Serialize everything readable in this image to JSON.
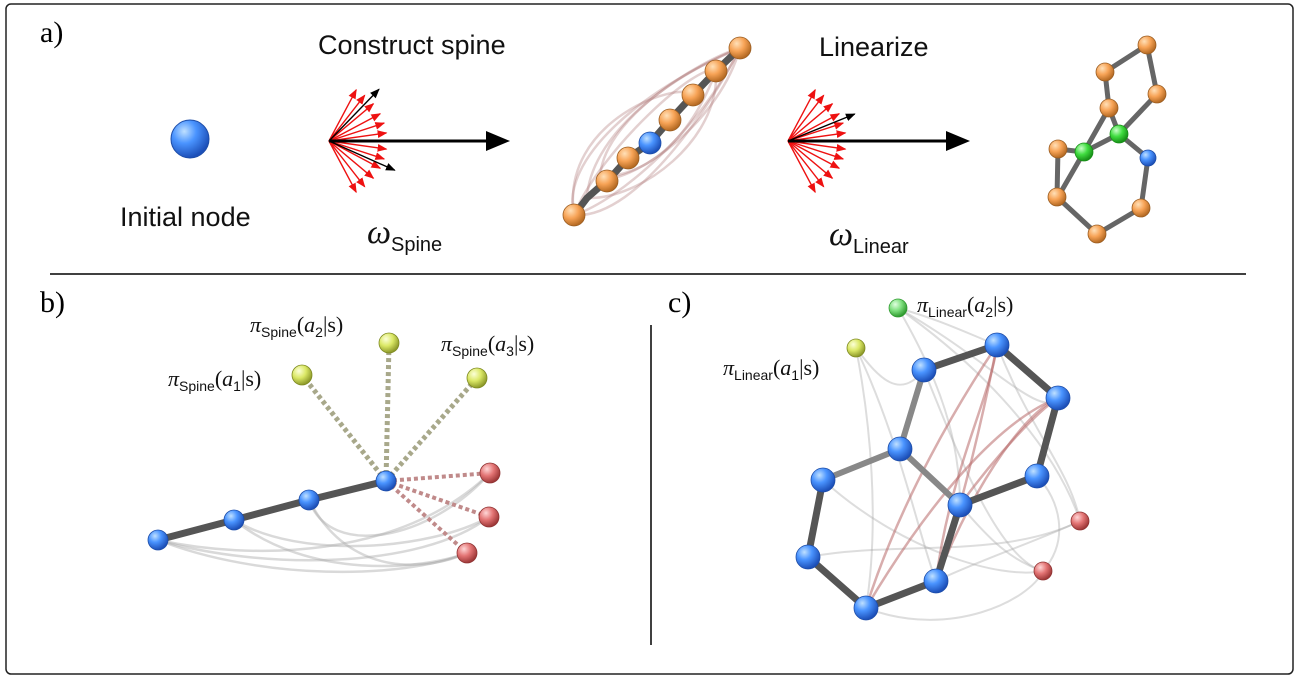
{
  "panels": {
    "a": {
      "label": "a)",
      "initial_node_caption": "Initial node",
      "construct_spine_caption": "Construct spine",
      "linearize_caption": "Linearize",
      "omega_spine": {
        "symbol": "ω",
        "subscript": "Spine"
      },
      "omega_linear": {
        "symbol": "ω",
        "subscript": "Linear"
      }
    },
    "b": {
      "label": "b)",
      "policies": [
        {
          "pi": "π",
          "sub": "Spine",
          "arg_open": "(",
          "a": "a",
          "idx": "1",
          "rest": "|s)"
        },
        {
          "pi": "π",
          "sub": "Spine",
          "arg_open": "(",
          "a": "a",
          "idx": "2",
          "rest": "|s)"
        },
        {
          "pi": "π",
          "sub": "Spine",
          "arg_open": "(",
          "a": "a",
          "idx": "3",
          "rest": "|s)"
        }
      ]
    },
    "c": {
      "label": "c)",
      "policies": [
        {
          "pi": "π",
          "sub": "Linear",
          "arg_open": "(",
          "a": "a",
          "idx": "1",
          "rest": "|s)"
        },
        {
          "pi": "π",
          "sub": "Linear",
          "arg_open": "(",
          "a": "a",
          "idx": "2",
          "rest": "|s)"
        }
      ]
    }
  },
  "colors": {
    "node_blue": "#3a86f0",
    "node_orange": "#f5a055",
    "node_green": "#3dd63d",
    "node_yellow": "#d8e860",
    "node_red": "#e07070",
    "arrow_red": "#ee1111",
    "edge_gray": "#5a5a5a",
    "chord_red": "#c08080"
  }
}
